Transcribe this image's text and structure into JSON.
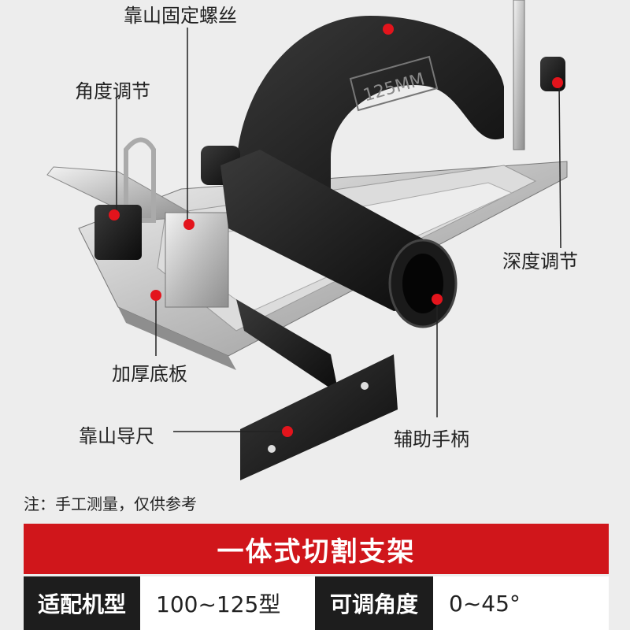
{
  "callouts": {
    "screw": "靠山固定螺丝",
    "angle": "角度调节",
    "depth": "深度调节",
    "base": "加厚底板",
    "fence": "靠山导尺",
    "handle": "辅助手柄"
  },
  "guard_text": "125MM",
  "note": "注：手工测量，仅供参考",
  "banner_title": "一体式切割支架",
  "spec_row": {
    "label1": "适配机型",
    "value1": "100~125型",
    "label2": "可调角度",
    "value2": "0~45°"
  },
  "colors": {
    "accent_red": "#d0161b",
    "dot_red": "#e3141c",
    "header_dark": "#1d1d1d"
  }
}
